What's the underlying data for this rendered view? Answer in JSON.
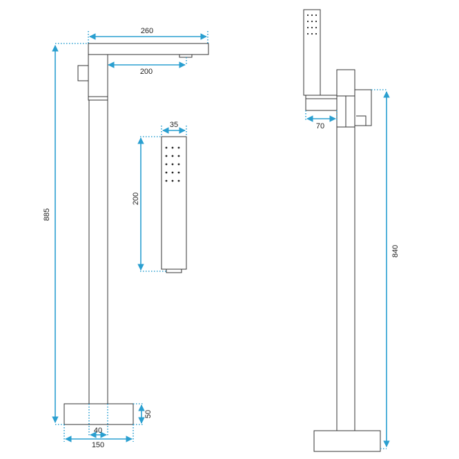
{
  "colors": {
    "dimension": "#2a9fd0",
    "outline": "#333333",
    "text": "#222222",
    "background": "#ffffff"
  },
  "dimensions": {
    "spout_length": "260",
    "spout_reach": "200",
    "total_height": "885",
    "handshower_width": "35",
    "handshower_length": "200",
    "base_height": "50",
    "pipe_diameter": "40",
    "base_width": "150",
    "holder_depth": "70",
    "side_height": "840"
  }
}
